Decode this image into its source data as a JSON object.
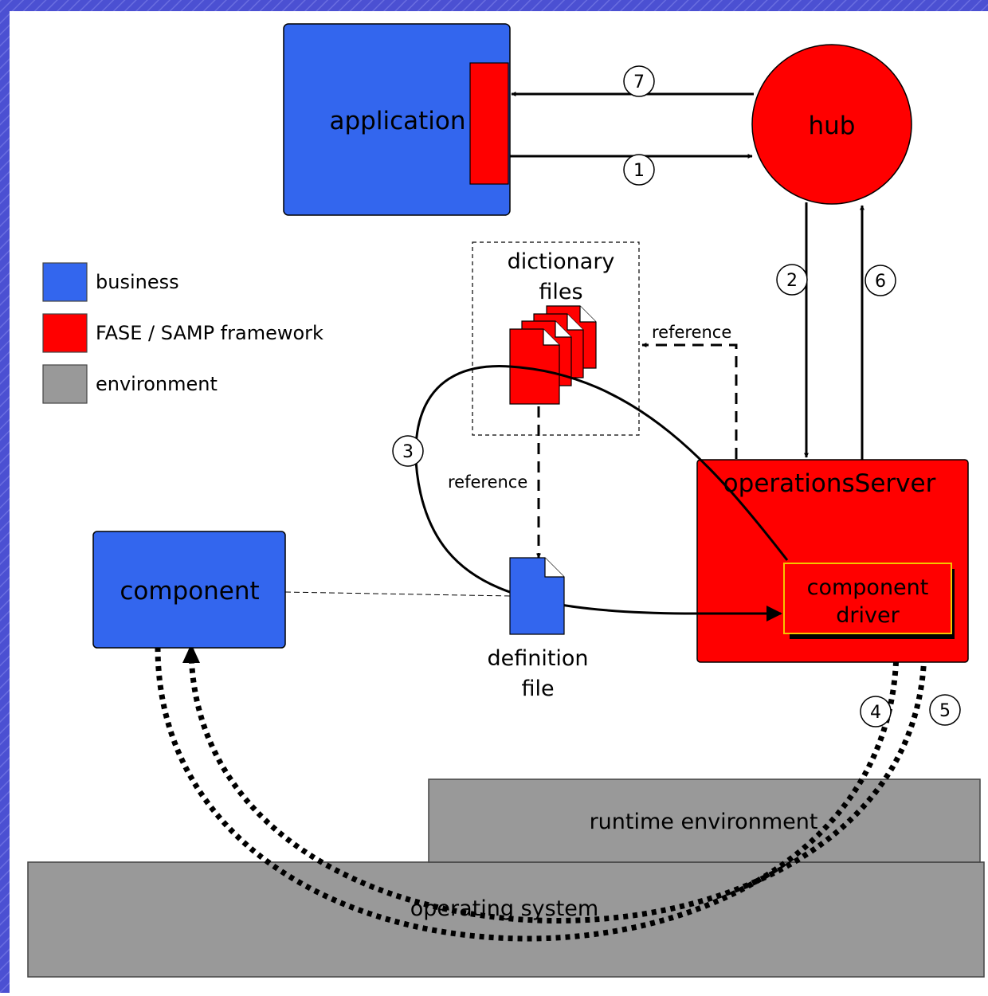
{
  "nodes": {
    "application": "application",
    "hub": "hub",
    "dictionary_files": [
      "dictionary",
      "files"
    ],
    "operations_server": "operationsServer",
    "component_driver": [
      "component",
      "driver"
    ],
    "component": "component",
    "definition_file": [
      "definition",
      "file"
    ],
    "runtime_environment": "runtime environment",
    "operating_system": "operating system"
  },
  "edge_labels": {
    "reference_dict": "reference",
    "reference_def": "reference"
  },
  "steps": [
    "1",
    "2",
    "3",
    "4",
    "5",
    "6",
    "7"
  ],
  "legend": [
    {
      "label": "business",
      "color": "#3366ee"
    },
    {
      "label": "FASE / SAMP framework",
      "color": "#ff0000"
    },
    {
      "label": "environment",
      "color": "#999999"
    }
  ],
  "colors": {
    "business": "#3366ee",
    "framework": "#ff0000",
    "environment": "#999999",
    "background_frame": "#4a4fd0"
  }
}
